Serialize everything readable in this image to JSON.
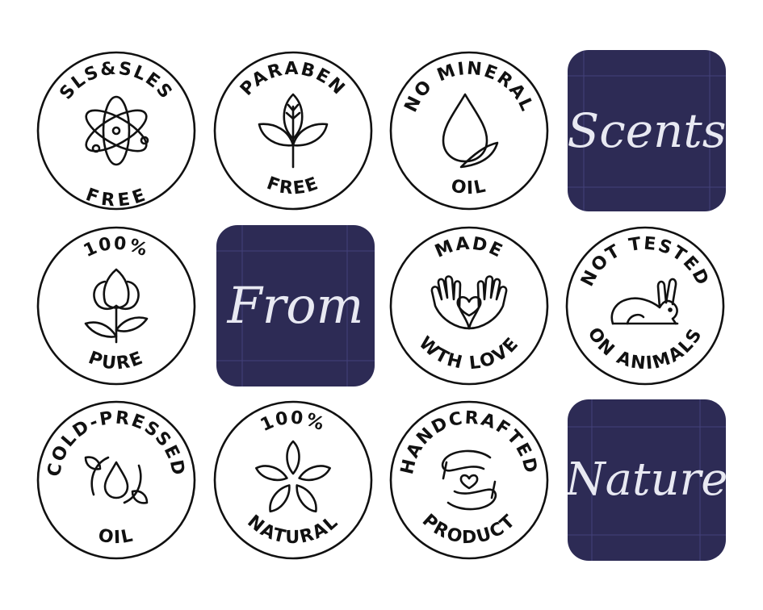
{
  "badges": {
    "sls": {
      "top": "SLS&SLES",
      "bottom": "FREE",
      "icon": "atom-icon"
    },
    "paraben": {
      "top": "PARABEN",
      "bottom": "FREE",
      "icon": "leaf-branch-icon"
    },
    "mineral": {
      "top": "NO MINERAL",
      "bottom": "OIL",
      "icon": "oil-drop-leaf-icon"
    },
    "pure": {
      "top": "100%",
      "bottom": "PURE",
      "icon": "tulip-icon"
    },
    "love": {
      "top": "MADE",
      "bottom": "WTH LOVE",
      "icon": "hands-heart-icon"
    },
    "animals": {
      "top": "NOT TESTED",
      "bottom": "ON ANIMALS",
      "icon": "rabbit-icon"
    },
    "cold": {
      "top": "COLD-PRESSED",
      "bottom": "OIL",
      "icon": "drop-cycle-icon"
    },
    "natural": {
      "top": "100%",
      "bottom": "NATURAL",
      "icon": "flower-leaves-icon"
    },
    "handcrafted": {
      "top": "HANDCRAFTED",
      "bottom": "PRODUCT",
      "icon": "handcrafted-hands-icon"
    }
  },
  "cards": {
    "scents": "Scents",
    "from": "From",
    "nature": "Nature"
  },
  "colors": {
    "card_bg": "#2d2b55",
    "card_text": "#e8e9f2",
    "ink": "#111111"
  }
}
